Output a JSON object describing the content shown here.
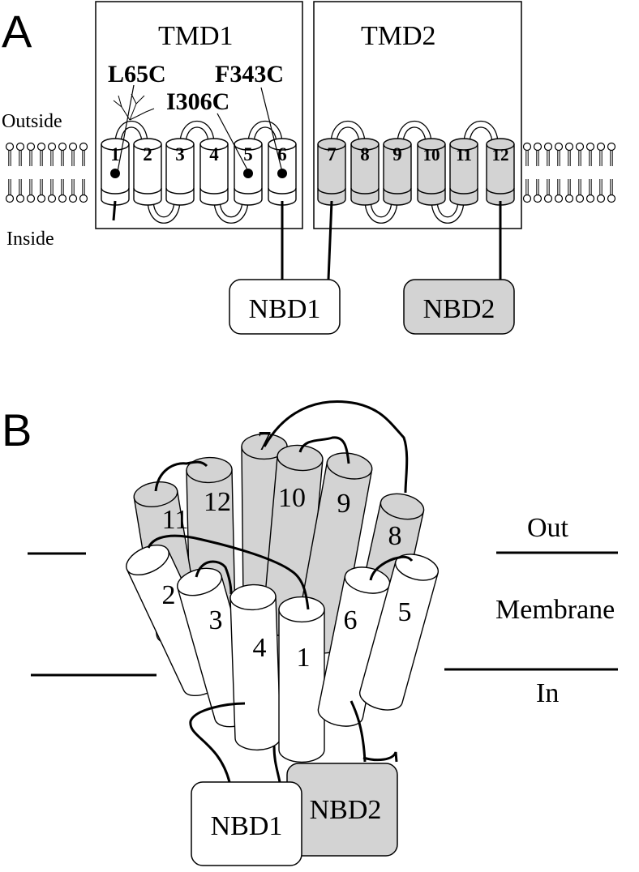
{
  "panel_a": {
    "letter": "A",
    "tmd1_label": "TMD1",
    "tmd2_label": "TMD2",
    "outside_label": "Outside",
    "inside_label": "Inside",
    "mutations": [
      "L65C",
      "I306C",
      "F343C"
    ],
    "helix_numbers": [
      "1",
      "2",
      "3",
      "4",
      "5",
      "6",
      "7",
      "8",
      "9",
      "10",
      "11",
      "12"
    ],
    "nbd1_label": "NBD1",
    "nbd2_label": "NBD2",
    "colors": {
      "tmd2_fill": "#d3d3d3",
      "tmd1_fill": "#ffffff",
      "line": "#000000"
    }
  },
  "panel_b": {
    "letter": "B",
    "out_label": "Out",
    "membrane_label": "Membrane",
    "in_label": "In",
    "helix_numbers": [
      "7",
      "12",
      "10",
      "9",
      "11",
      "8",
      "2",
      "3",
      "4",
      "1",
      "6",
      "5"
    ],
    "nbd1_label": "NBD1",
    "nbd2_label": "NBD2"
  }
}
